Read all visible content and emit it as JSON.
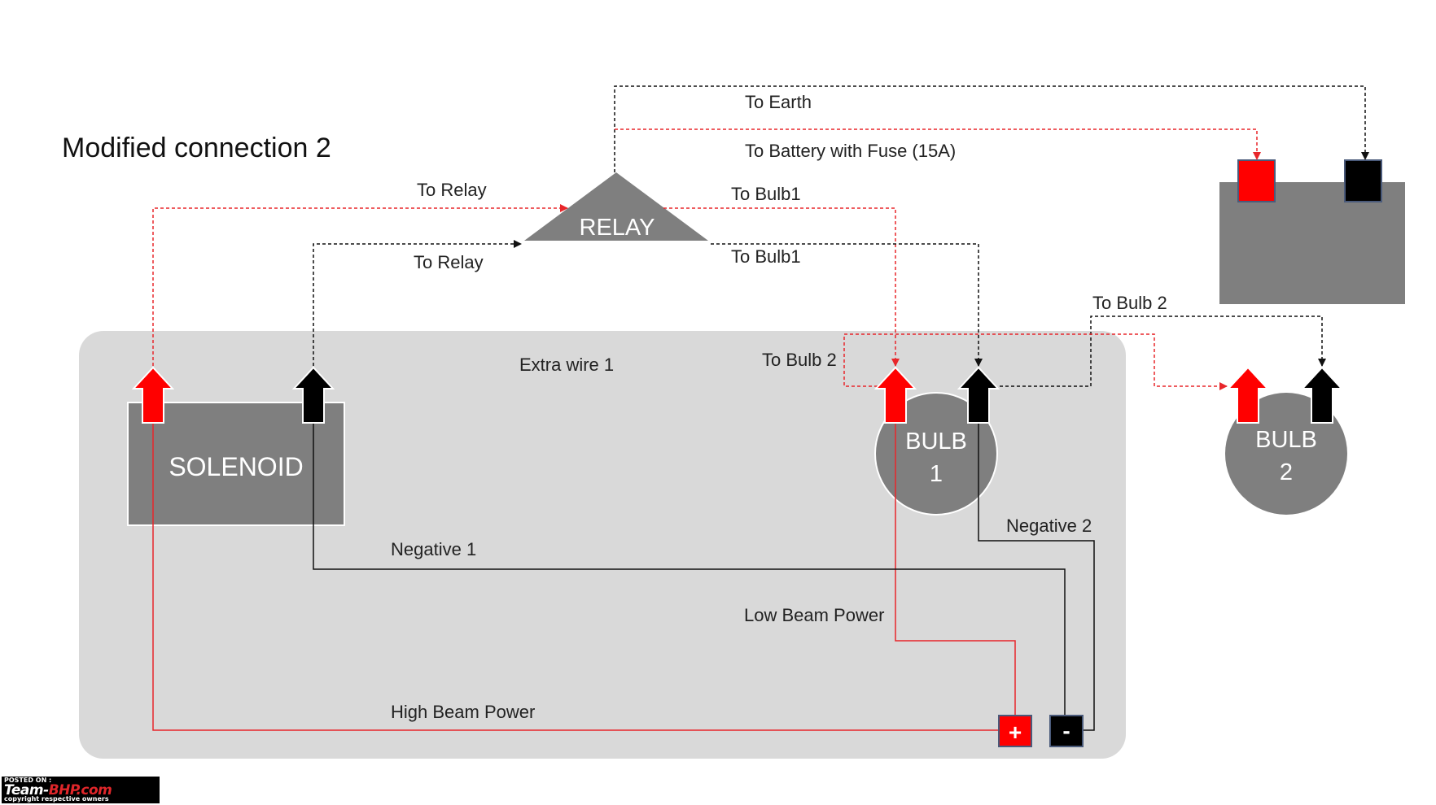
{
  "title": "Modified connection 2",
  "components": {
    "relay": "RELAY",
    "solenoid": "SOLENOID",
    "bulb1": {
      "line1": "BULB",
      "line2": "1"
    },
    "bulb2": {
      "line1": "BULB",
      "line2": "2"
    },
    "terminal_positive": "+",
    "terminal_negative": "-"
  },
  "wire_labels": {
    "to_earth": "To Earth",
    "to_battery": "To Battery with Fuse (15A)",
    "to_relay_top": "To Relay",
    "to_relay_bottom": "To Relay",
    "to_bulb1_top": "To Bulb1",
    "to_bulb1_bottom": "To Bulb1",
    "to_bulb2_right": "To Bulb 2",
    "to_bulb2_left": "To Bulb 2",
    "extra_wire": "Extra wire 1",
    "negative1": "Negative 1",
    "negative2": "Negative 2",
    "low_beam": "Low Beam Power",
    "high_beam": "High Beam Power"
  },
  "watermark": {
    "top": "POSTED ON :",
    "brand_a": "Team-",
    "brand_b": "BHP",
    "brand_c": ".com",
    "bottom": "copyright respective owners"
  },
  "colors": {
    "positive_wire": "#e8262a",
    "negative_wire": "#111111",
    "component_grey": "#7f7f7f",
    "panel_grey": "#d9d9d9",
    "terminal_positive": "#ff0000",
    "terminal_negative": "#000000"
  }
}
